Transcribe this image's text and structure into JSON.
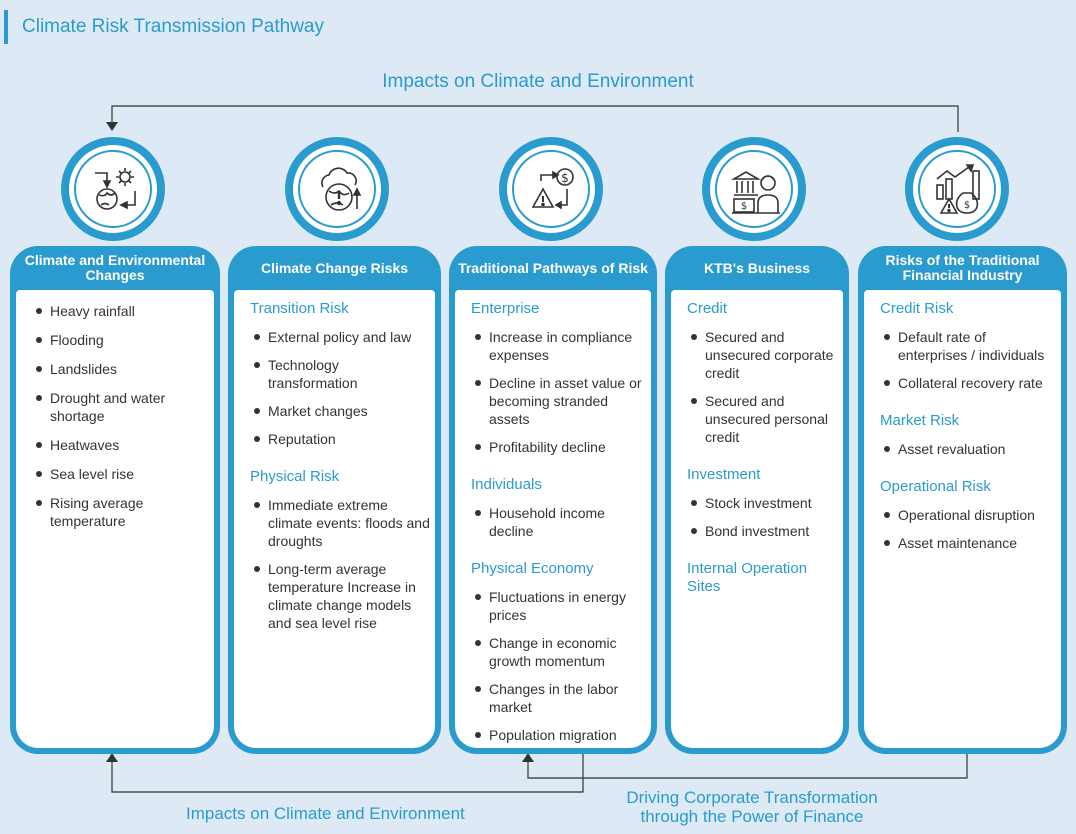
{
  "title": "Climate Risk Transmission Pathway",
  "impact_top": "Impacts on Climate and Environment",
  "impact_bottom": "Impacts on Climate and Environment",
  "driving": "Driving Corporate Transformation through the Power of Finance",
  "accent_color": "#2a9bcf",
  "columns": [
    {
      "icon": "globe-cycle-icon",
      "header": "Climate and Environmental Changes",
      "items": [
        "Heavy rainfall",
        "Flooding",
        "Landslides",
        "Drought and water shortage",
        "Heatwaves",
        "Sea level rise",
        "Rising average temperature"
      ]
    },
    {
      "icon": "storm-cloud-globe-icon",
      "header": "Climate Change Risks",
      "sections": [
        {
          "title": "Transition Risk",
          "items": [
            "External policy and law",
            "Technology transformation",
            "Market changes",
            "Reputation"
          ]
        },
        {
          "title": "Physical Risk",
          "items": [
            "Immediate extreme climate events: floods and droughts",
            "Long-term average temperature Increase in climate change models and sea level rise"
          ]
        }
      ]
    },
    {
      "icon": "risk-cycle-icon",
      "header": "Traditional Pathways of Risk",
      "sections": [
        {
          "title": "Enterprise",
          "items": [
            "Increase in compliance expenses",
            "Decline in asset value or becoming stranded assets",
            "Profitability decline"
          ]
        },
        {
          "title": "Individuals",
          "items": [
            "Household income decline"
          ]
        },
        {
          "title": "Physical Economy",
          "items": [
            "Fluctuations in energy prices",
            "Change in economic growth momentum",
            "Changes in the labor market",
            "Population migration"
          ]
        }
      ]
    },
    {
      "icon": "bank-advisor-icon",
      "header": "KTB's Business",
      "sections": [
        {
          "title": "Credit",
          "items": [
            "Secured and unsecured corporate credit",
            "Secured and unsecured personal credit"
          ]
        },
        {
          "title": "Investment",
          "items": [
            "Stock investment",
            "Bond investment"
          ]
        },
        {
          "title": "Internal Operation Sites",
          "items": []
        }
      ]
    },
    {
      "icon": "financial-risk-chart-icon",
      "header": "Risks of the Traditional Financial Industry",
      "sections": [
        {
          "title": "Credit Risk",
          "items": [
            "Default rate of enterprises / individuals",
            "Collateral recovery rate"
          ]
        },
        {
          "title": "Market Risk",
          "items": [
            "Asset revaluation"
          ]
        },
        {
          "title": "Operational Risk",
          "items": [
            "Operational disruption",
            "Asset maintenance"
          ]
        }
      ]
    }
  ]
}
